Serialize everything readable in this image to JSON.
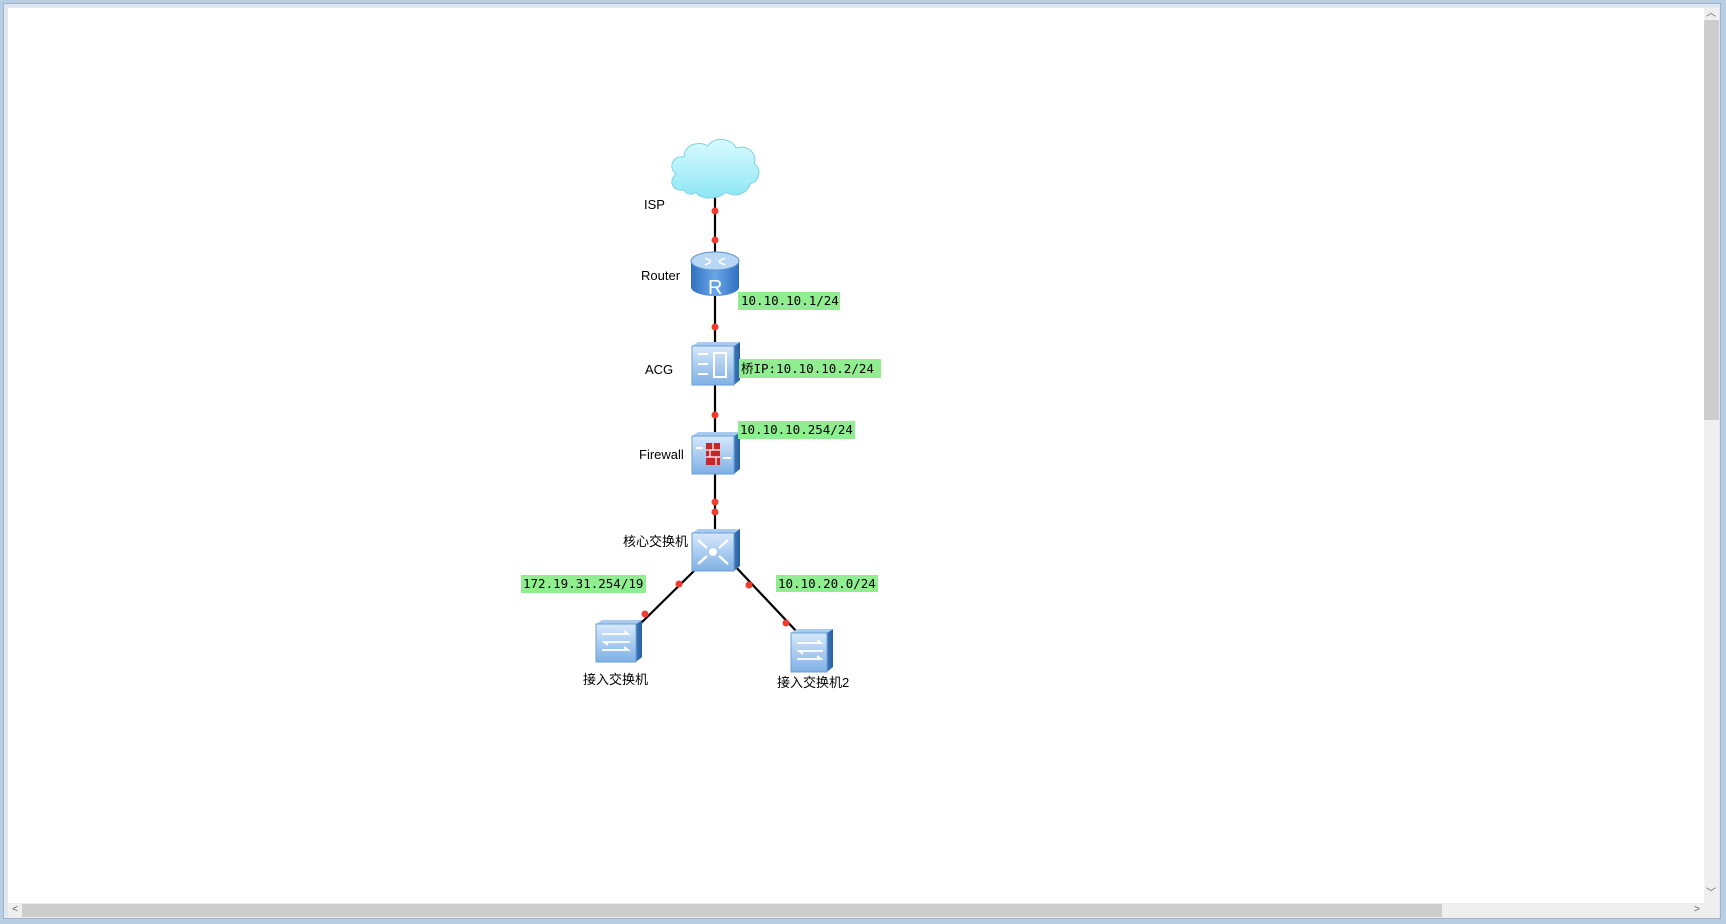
{
  "nodes": {
    "isp": {
      "label": "ISP",
      "icon": "cloud-icon"
    },
    "router": {
      "label": "Router",
      "icon": "router-icon"
    },
    "acg": {
      "label": "ACG",
      "icon": "acg-icon"
    },
    "firewall": {
      "label": "Firewall",
      "icon": "firewall-icon"
    },
    "core": {
      "label": "核心交换机",
      "icon": "core-switch-icon"
    },
    "access1": {
      "label": "接入交换机",
      "icon": "switch-icon"
    },
    "access2": {
      "label": "接入交换机2",
      "icon": "switch-icon"
    }
  },
  "annotations": {
    "router_ip": "10.10.10.1/24",
    "acg_ip": "桥IP:10.10.10.2/24",
    "firewall_ip": "10.10.10.254/24",
    "access1_net": "172.19.31.254/19",
    "access2_net": "10.10.20.0/24"
  },
  "colors": {
    "label_bg": "#90ee90",
    "port_dot": "#f03c2e",
    "device_blue": "#4a86c8"
  }
}
